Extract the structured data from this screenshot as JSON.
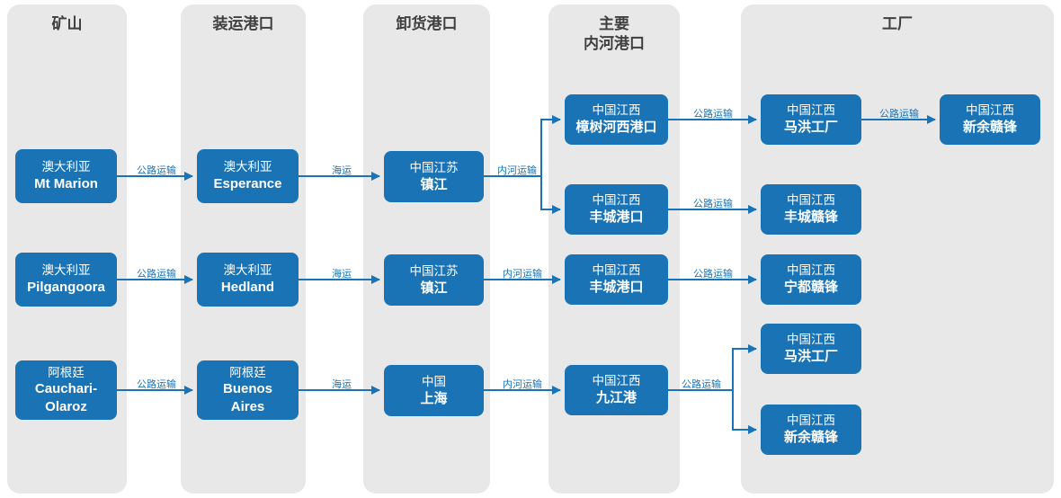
{
  "headers": {
    "mines": "矿山",
    "load_ports": "装运港口",
    "unload_ports": "卸货港口",
    "river_ports_line1": "主要",
    "river_ports_line2": "内河港口",
    "factories": "工厂"
  },
  "nodes": {
    "mine1": {
      "region": "澳大利亚",
      "name": "Mt Marion"
    },
    "mine2": {
      "region": "澳大利亚",
      "name": "Pilgangoora"
    },
    "mine3": {
      "region": "阿根廷",
      "name": "Cauchari-Olaroz"
    },
    "port1": {
      "region": "澳大利亚",
      "name": "Esperance"
    },
    "port2": {
      "region": "澳大利亚",
      "name": "Hedland"
    },
    "port3": {
      "region": "阿根廷",
      "name": "Buenos Aires"
    },
    "unload1": {
      "region": "中国江苏",
      "name": "镇江"
    },
    "unload2": {
      "region": "中国江苏",
      "name": "镇江"
    },
    "unload3": {
      "region": "中国",
      "name": "上海"
    },
    "river1": {
      "region": "中国江西",
      "name": "樟树河西港口"
    },
    "river2": {
      "region": "中国江西",
      "name": "丰城港口"
    },
    "river3": {
      "region": "中国江西",
      "name": "丰城港口"
    },
    "river4": {
      "region": "中国江西",
      "name": "九江港"
    },
    "factory1": {
      "region": "中国江西",
      "name": "马洪工厂"
    },
    "factory2": {
      "region": "中国江西",
      "name": "新余赣锋"
    },
    "factory3": {
      "region": "中国江西",
      "name": "丰城赣锋"
    },
    "factory4": {
      "region": "中国江西",
      "name": "宁都赣锋"
    },
    "factory5": {
      "region": "中国江西",
      "name": "马洪工厂"
    },
    "factory6": {
      "region": "中国江西",
      "name": "新余赣锋"
    }
  },
  "edges": {
    "mine1_port1": "公路运输",
    "port1_unload1": "海运",
    "unload1_rivers": "内河运输",
    "river1_factory1": "公路运输",
    "factory1_factory2": "公路运输",
    "river2_factory3": "公路运输",
    "mine2_port2": "公路运输",
    "port2_unload2": "海运",
    "unload2_river3": "内河运输",
    "river3_factory4": "公路运输",
    "mine3_port3": "公路运输",
    "port3_unload3": "海运",
    "unload3_river4": "内河运输",
    "river4_factories": "公路运输"
  },
  "colors": {
    "node_blue": "#1a73b5",
    "arrow_blue": "#1a73b5",
    "column_bg": "#e8e8e8",
    "header_text": "#3f3f3f"
  }
}
